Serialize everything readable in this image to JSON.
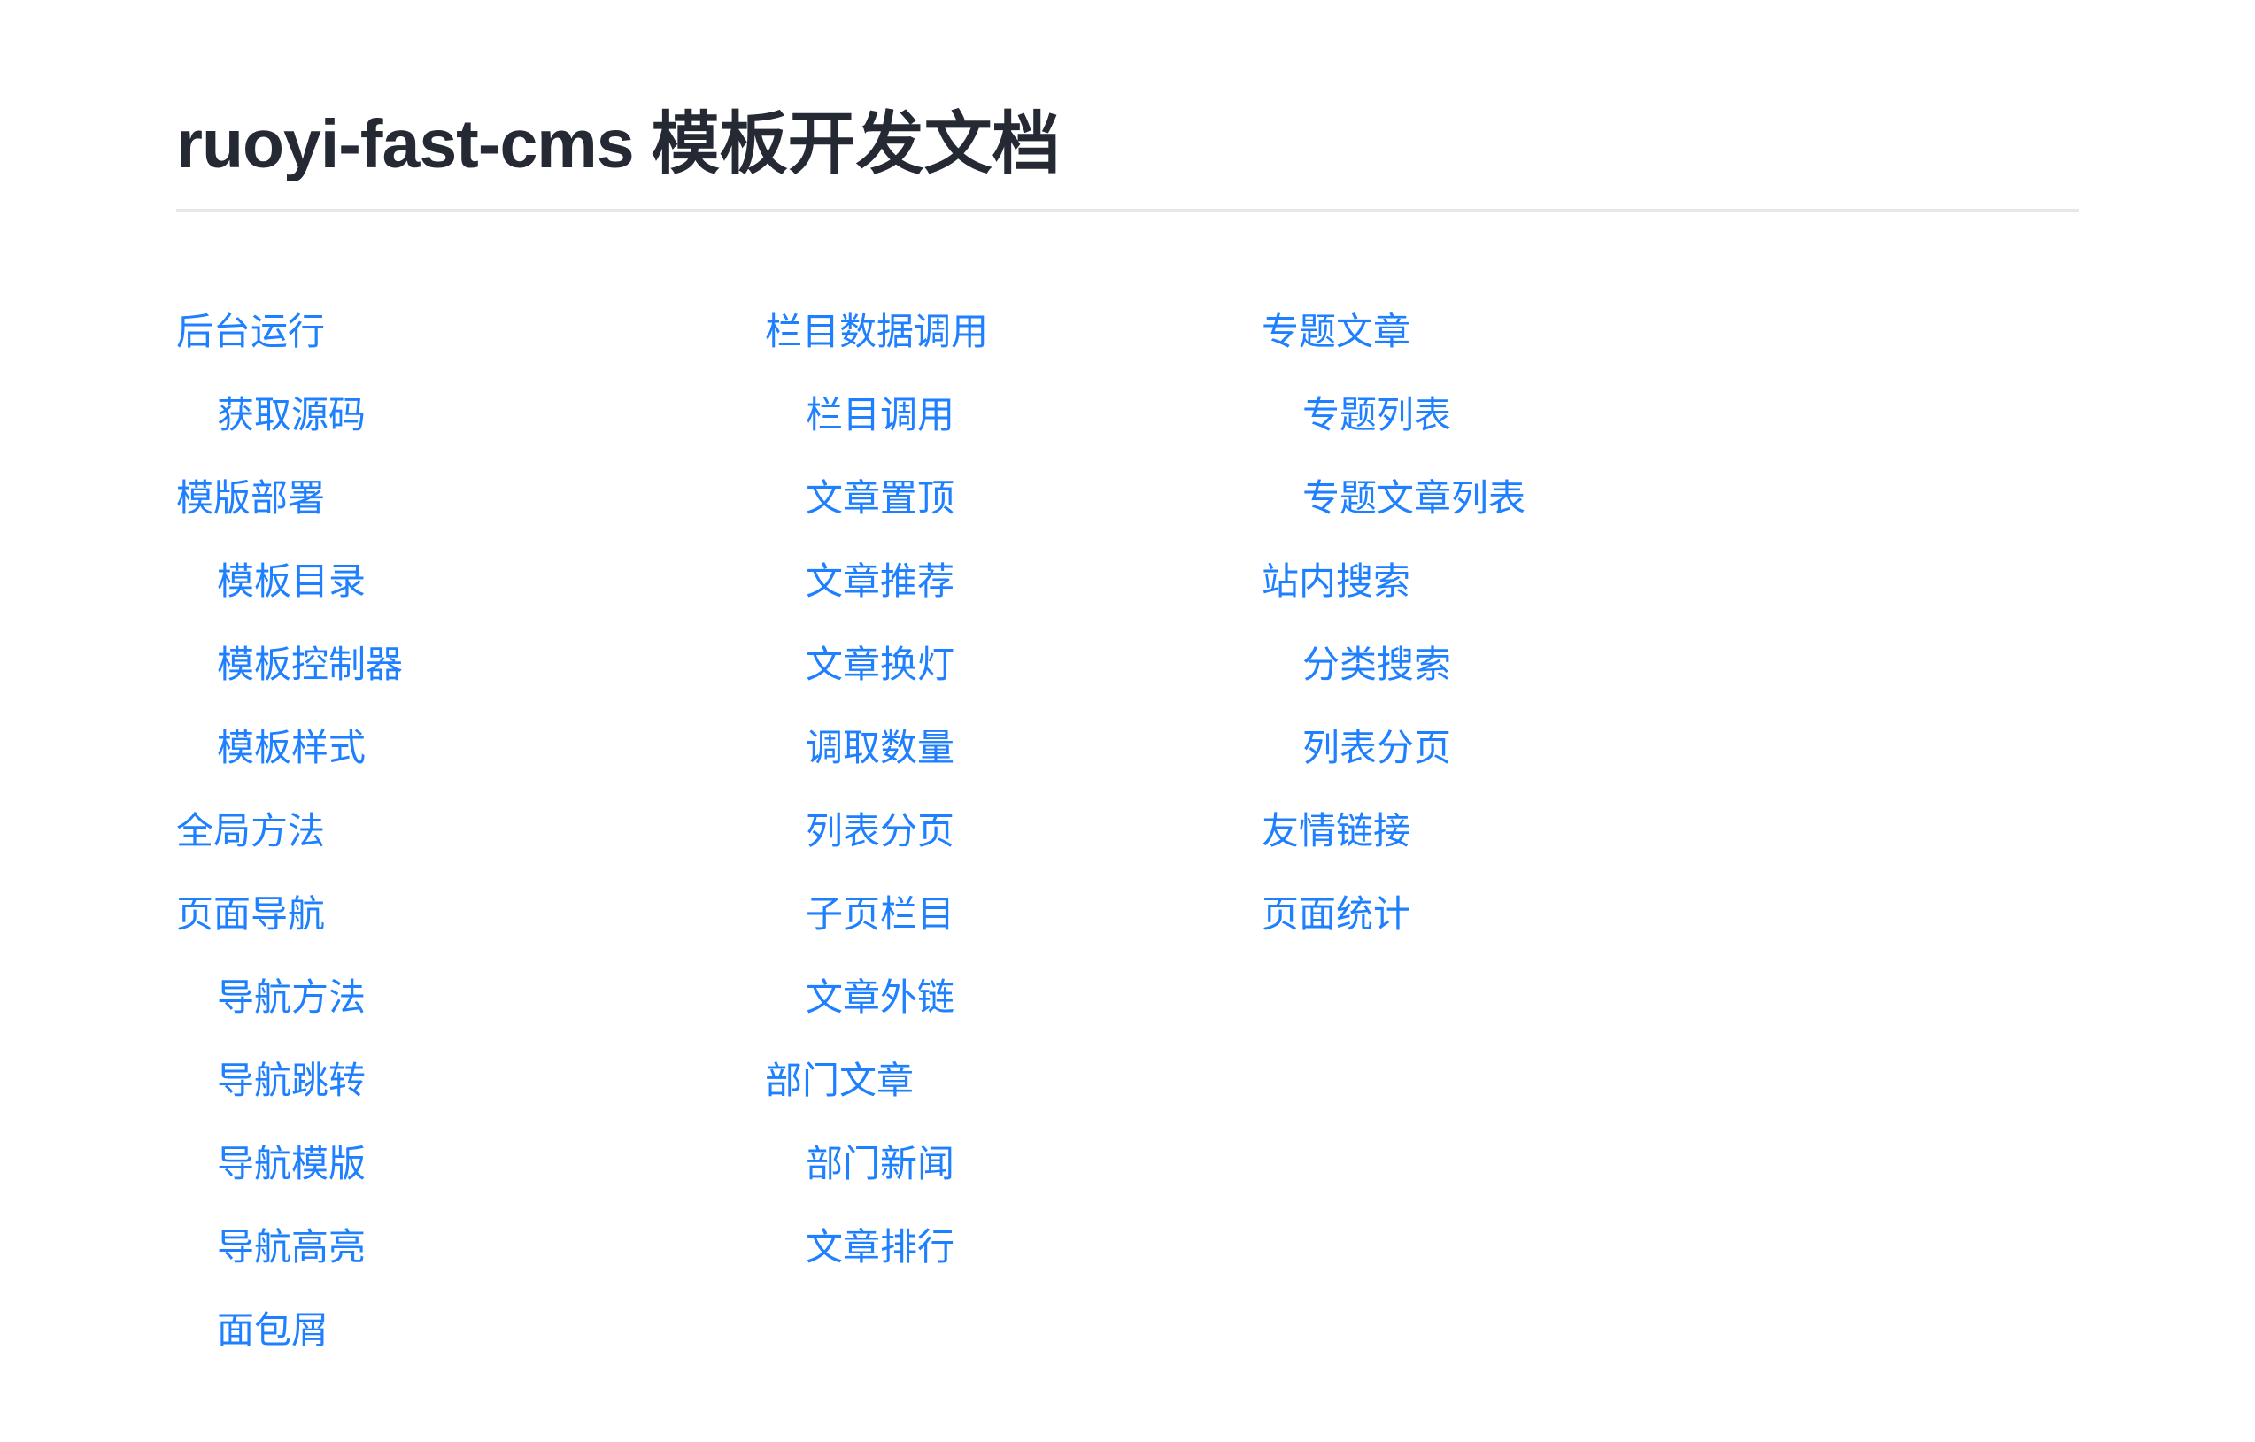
{
  "header": {
    "title_en": "ruoyi-fast-cms",
    "title_zh": "模板开发文档"
  },
  "colors": {
    "link": "#1e80ff",
    "title": "#252933",
    "divider": "#e7e7e7",
    "background": "#ffffff"
  },
  "toc": {
    "columns": [
      {
        "items": [
          {
            "label": "后台运行",
            "indent": 0
          },
          {
            "label": "获取源码",
            "indent": 1
          },
          {
            "label": "模版部署",
            "indent": 0
          },
          {
            "label": "模板目录",
            "indent": 1
          },
          {
            "label": "模板控制器",
            "indent": 1
          },
          {
            "label": "模板样式",
            "indent": 1
          },
          {
            "label": "全局方法",
            "indent": 0
          },
          {
            "label": "页面导航",
            "indent": 0
          },
          {
            "label": "导航方法",
            "indent": 1
          },
          {
            "label": "导航跳转",
            "indent": 1
          },
          {
            "label": "导航模版",
            "indent": 1
          },
          {
            "label": "导航高亮",
            "indent": 1
          },
          {
            "label": "面包屑",
            "indent": 1
          }
        ]
      },
      {
        "items": [
          {
            "label": "栏目数据调用",
            "indent": 0
          },
          {
            "label": "栏目调用",
            "indent": 1
          },
          {
            "label": "文章置顶",
            "indent": 1
          },
          {
            "label": "文章推荐",
            "indent": 1
          },
          {
            "label": "文章换灯",
            "indent": 1
          },
          {
            "label": "调取数量",
            "indent": 1
          },
          {
            "label": "列表分页",
            "indent": 1
          },
          {
            "label": "子页栏目",
            "indent": 1
          },
          {
            "label": "文章外链",
            "indent": 1
          },
          {
            "label": "部门文章",
            "indent": 0
          },
          {
            "label": "部门新闻",
            "indent": 1
          },
          {
            "label": "文章排行",
            "indent": 1
          }
        ]
      },
      {
        "items": [
          {
            "label": "专题文章",
            "indent": 0
          },
          {
            "label": "专题列表",
            "indent": 1
          },
          {
            "label": "专题文章列表",
            "indent": 1
          },
          {
            "label": "站内搜索",
            "indent": 0
          },
          {
            "label": "分类搜索",
            "indent": 1
          },
          {
            "label": "列表分页",
            "indent": 1
          },
          {
            "label": "友情链接",
            "indent": 0
          },
          {
            "label": "页面统计",
            "indent": 0
          }
        ]
      }
    ]
  }
}
